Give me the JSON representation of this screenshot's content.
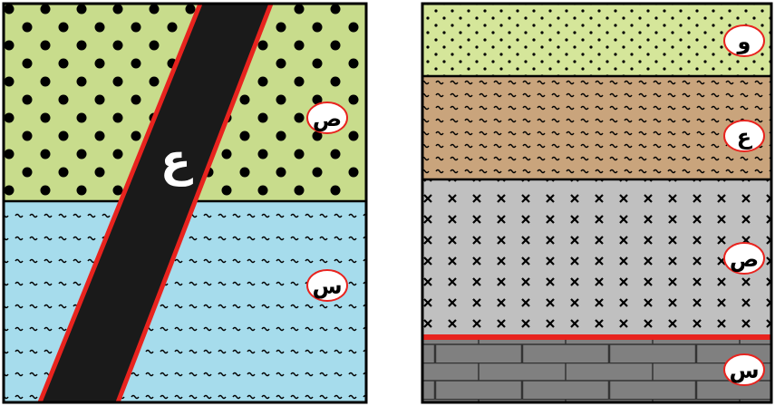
{
  "diagram_left": {
    "dike_label": "ع",
    "layers": [
      {
        "label": "ص",
        "pattern": "large-dots",
        "color": "#c8dc8c"
      },
      {
        "label": "س",
        "pattern": "wavy-dashes",
        "color": "#a6dcec"
      }
    ],
    "dike_color": "#1a1a1a",
    "contact_color": "#e8231e"
  },
  "diagram_right": {
    "layers": [
      {
        "label": "و",
        "pattern": "small-dots",
        "color": "#d5e69a"
      },
      {
        "label": "ع",
        "pattern": "wavy-dashes",
        "color": "#c9a47c"
      },
      {
        "label": "ص",
        "pattern": "crosses",
        "color": "#c0c0c0"
      },
      {
        "label": "س",
        "pattern": "bricks",
        "color": "#808080"
      }
    ],
    "unconformity_color": "#e8231e"
  }
}
